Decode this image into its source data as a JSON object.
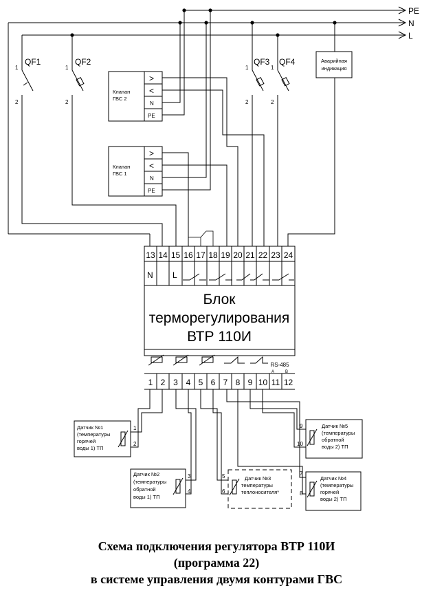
{
  "buses": {
    "pe": "PE",
    "n": "N",
    "l": "L"
  },
  "breakers": [
    {
      "id": "QF1",
      "pin_top": "1",
      "pin_bottom": "2"
    },
    {
      "id": "QF2",
      "pin_top": "1",
      "pin_bottom": "2"
    },
    {
      "id": "QF3",
      "pin_top": "1",
      "pin_bottom": "2"
    },
    {
      "id": "QF4",
      "pin_top": "1",
      "pin_bottom": "2"
    }
  ],
  "alarm": {
    "line1": "Аварийная",
    "line2": "индикация"
  },
  "valves": [
    {
      "line1": "Клапан",
      "line2": "ГВС 2",
      "t_open": ">",
      "t_close": "<",
      "t_n": "N",
      "t_pe": "PE"
    },
    {
      "line1": "Клапан",
      "line2": "ГВС 1",
      "t_open": ">",
      "t_close": "<",
      "t_n": "N",
      "t_pe": "PE"
    }
  ],
  "block": {
    "line1": "Блок",
    "line2": "терморегулирования",
    "line3": "ВТР 110И",
    "top_terminals": [
      "13",
      "14",
      "15",
      "16",
      "17",
      "18",
      "19",
      "20",
      "21",
      "22",
      "23",
      "24"
    ],
    "top_n": "N",
    "top_l": "L",
    "bottom_terminals": [
      "1",
      "2",
      "3",
      "4",
      "5",
      "6",
      "7",
      "8",
      "9",
      "10",
      "11",
      "12"
    ],
    "rs485": "RS-485",
    "rs_a": "A",
    "rs_b": "B"
  },
  "sensors": [
    {
      "lines": [
        "Датчик №1",
        "(температуры",
        "горячей",
        "воды 1) ТП"
      ],
      "pins": [
        "1",
        "2"
      ]
    },
    {
      "lines": [
        "Датчик №2",
        "(температуры",
        "обратной",
        "воды 1) ТП"
      ],
      "pins": [
        "3",
        "4"
      ]
    },
    {
      "lines": [
        "Датчик №3",
        "температуры",
        "теплоносителя*"
      ],
      "pins": [
        "5",
        "6"
      ]
    },
    {
      "lines": [
        "Датчик №4",
        "(температуры",
        "горячей",
        "воды 2) ТП"
      ],
      "pins": [
        "7",
        "8"
      ]
    },
    {
      "lines": [
        "Датчик №5",
        "(температуры",
        "обратной",
        "воды 2) ТП"
      ],
      "pins": [
        "9",
        "10"
      ]
    }
  ],
  "caption": {
    "line1": "Схема подключения регулятора ВТР 110И",
    "line2": "(программа 22)",
    "line3": "в системе управления двумя контурами ГВС"
  }
}
